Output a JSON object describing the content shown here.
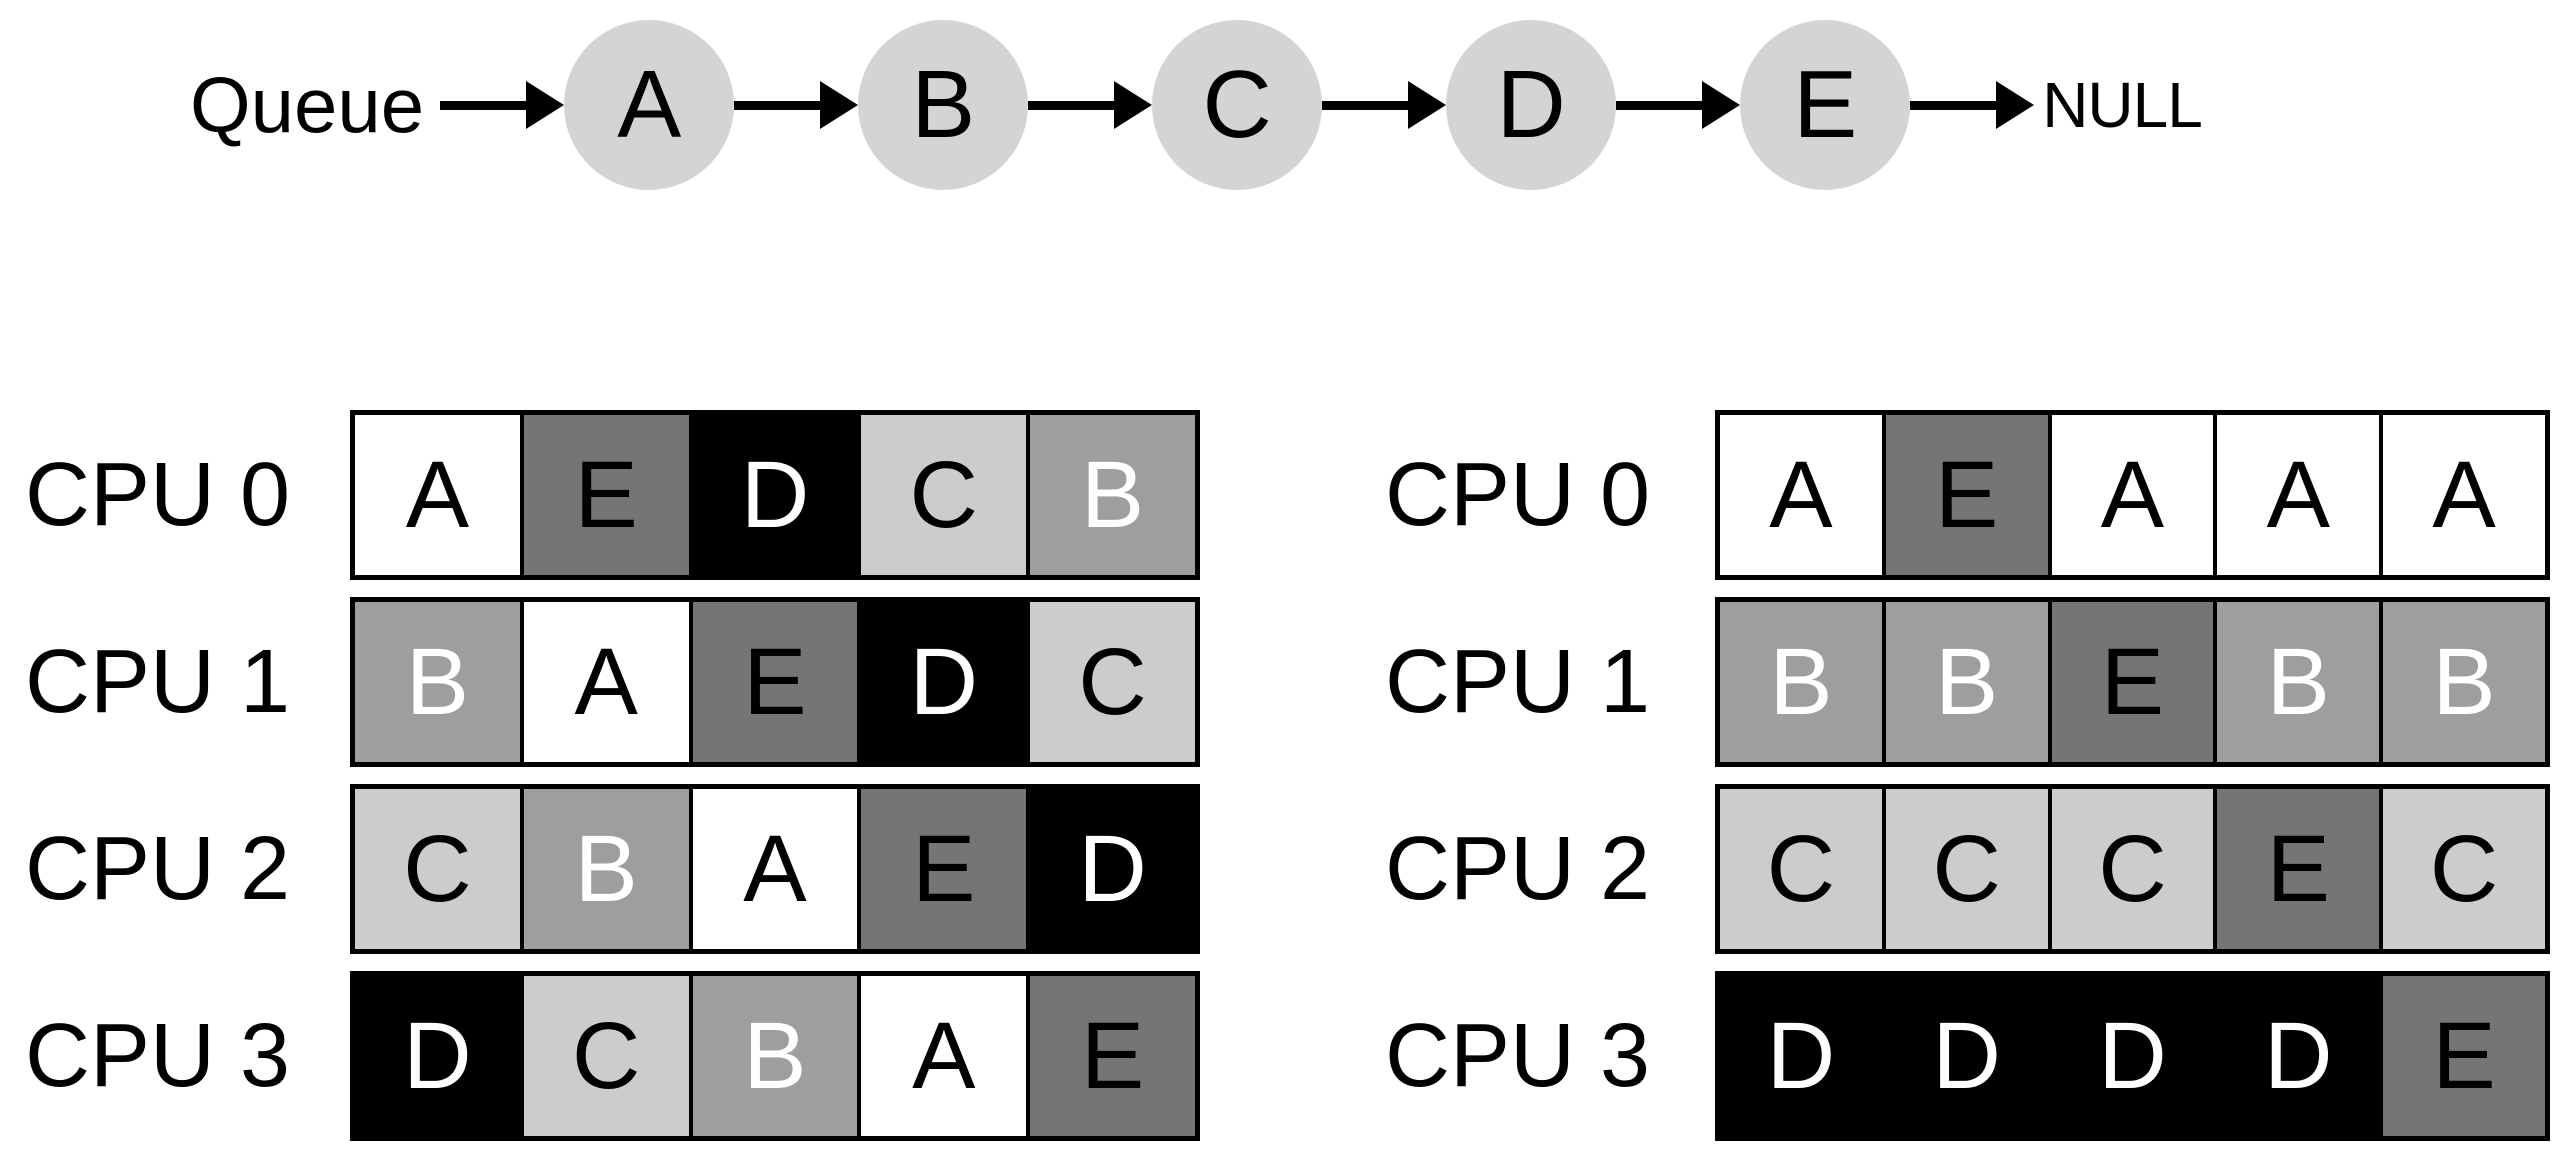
{
  "figure": {
    "background_color": "#ffffff",
    "ink_color": "#000000"
  },
  "queue": {
    "label": "Queue",
    "nodes": [
      "A",
      "B",
      "C",
      "D",
      "E"
    ],
    "terminator": "NULL",
    "node_fill_color": "#d4d4d4",
    "arrow_color": "#000000"
  },
  "palette": {
    "A": {
      "background": "#ffffff",
      "text": "#000000"
    },
    "B": {
      "background": "#9e9e9e",
      "text": "#ffffff"
    },
    "C": {
      "background": "#cccccc",
      "text": "#000000"
    },
    "D": {
      "background": "#000000",
      "text": "#ffffff"
    },
    "E": {
      "background": "#757575",
      "text": "#000000"
    }
  },
  "tables": [
    {
      "id": "left-schedule",
      "rows": [
        {
          "label": "CPU 0",
          "cells": [
            "A",
            "E",
            "D",
            "C",
            "B"
          ]
        },
        {
          "label": "CPU 1",
          "cells": [
            "B",
            "A",
            "E",
            "D",
            "C"
          ]
        },
        {
          "label": "CPU 2",
          "cells": [
            "C",
            "B",
            "A",
            "E",
            "D"
          ]
        },
        {
          "label": "CPU 3",
          "cells": [
            "D",
            "C",
            "B",
            "A",
            "E"
          ]
        }
      ]
    },
    {
      "id": "right-schedule",
      "rows": [
        {
          "label": "CPU 0",
          "cells": [
            "A",
            "E",
            "A",
            "A",
            "A"
          ]
        },
        {
          "label": "CPU 1",
          "cells": [
            "B",
            "B",
            "E",
            "B",
            "B"
          ]
        },
        {
          "label": "CPU 2",
          "cells": [
            "C",
            "C",
            "C",
            "E",
            "C"
          ]
        },
        {
          "label": "CPU 3",
          "cells": [
            "D",
            "D",
            "D",
            "D",
            "E"
          ]
        }
      ]
    }
  ]
}
